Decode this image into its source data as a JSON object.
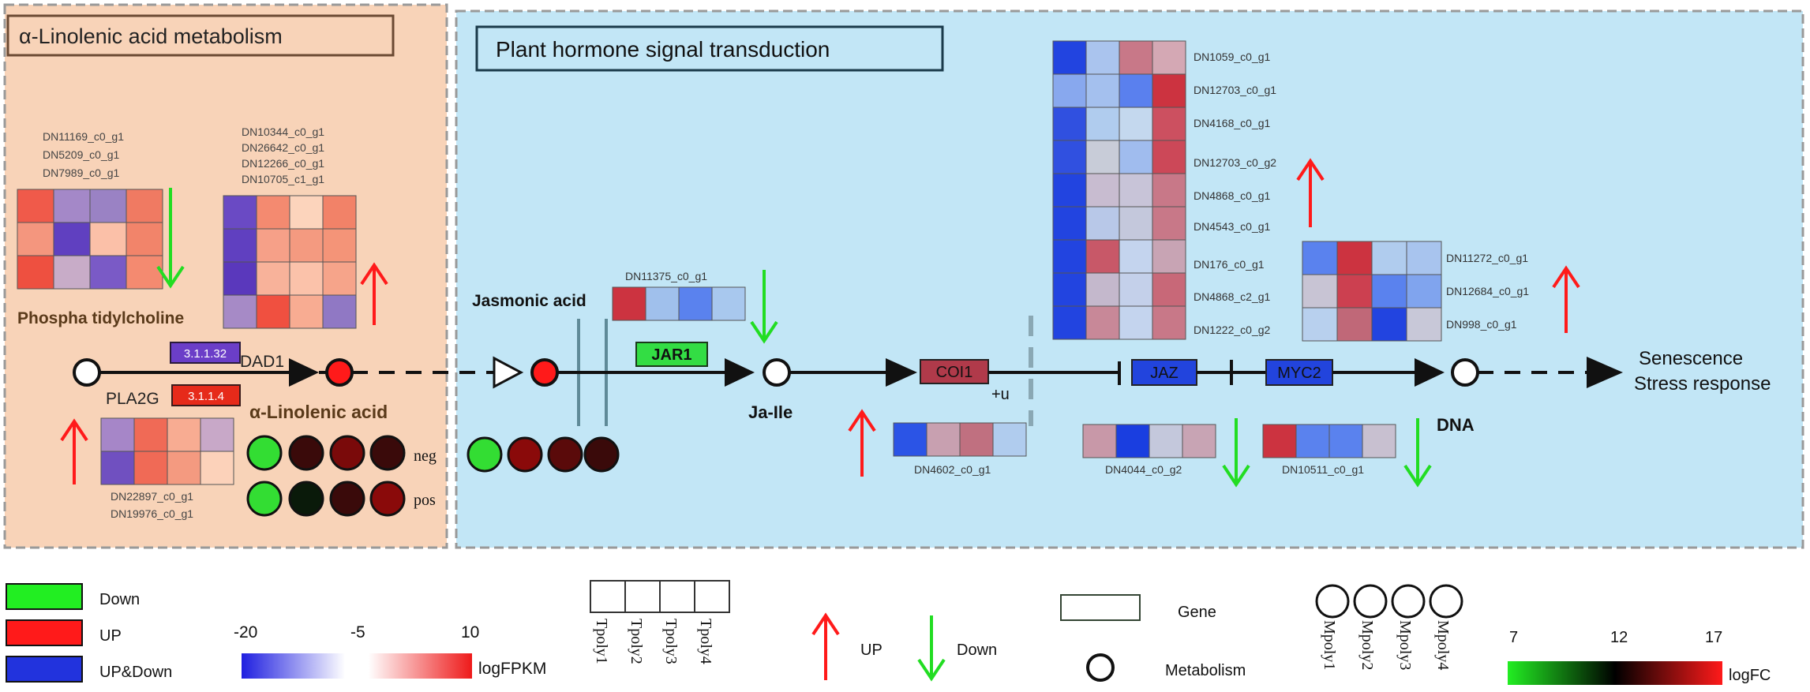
{
  "panels": {
    "left_title": "α-Linolenic acid metabolism",
    "right_title": "Plant hormone signal transduction"
  },
  "nodes": {
    "phosphatidylcholine": "Phospha tidylcholine",
    "dad1": "DAD1",
    "pla2g": "PLA2G",
    "ec1": "3.1.1.32",
    "ec2": "3.1.1.4",
    "alpha_linolenic": "α-Linolenic acid",
    "jasmonic": "Jasmonic acid",
    "jar1": "JAR1",
    "ja_ile": "Ja-Ile",
    "coi1": "COI1",
    "plus_u": "+u",
    "jaz": "JAZ",
    "myc2": "MYC2",
    "dna": "DNA",
    "senescence": "Senescence",
    "stress": "Stress response",
    "neg": "neg",
    "pos": "pos"
  },
  "genes": {
    "pc_group": [
      "DN11169_c0_g1",
      "DN5209_c0_g1",
      "DN7989_c0_g1"
    ],
    "dad1_group": [
      "DN10344_c0_g1",
      "DN26642_c0_g1",
      "DN12266_c0_g1",
      "DN10705_c1_g1"
    ],
    "pla2g_group": [
      "DN22897_c0_g1",
      "DN19976_c0_g1"
    ],
    "jar1_gene": "DN11375_c0_g1",
    "coi1_gene": "DN4602_c0_g1",
    "jaz_big": [
      "DN1059_c0_g1",
      "DN12703_c0_g1",
      "DN4168_c0_g1",
      "DN12703_c0_g2",
      "DN4868_c0_g1",
      "DN4543_c0_g1",
      "DN176_c0_g1",
      "DN4868_c2_g1",
      "DN1222_c0_g2"
    ],
    "jaz_small": "DN4044_c0_g2",
    "myc2_group": [
      "DN11272_c0_g1",
      "DN12684_c0_g1",
      "DN998_c0_g1"
    ],
    "myc2_small": "DN10511_c0_g1"
  },
  "legend": {
    "down": "Down",
    "up": "UP",
    "updown": "UP&Down",
    "scale_min": "-20",
    "scale_mid": "-5",
    "scale_max": "10",
    "fpkm_label": "logFPKM",
    "tpoly": [
      "Tpoly1",
      "Tpoly2",
      "Tpoly3",
      "Tpoly4"
    ],
    "arrow_up": "UP",
    "arrow_down": "Down",
    "gene": "Gene",
    "metabolism": "Metabolism",
    "mpoly": [
      "Mpoly1",
      "Mpoly2",
      "Mpoly3",
      "Mpoly4"
    ],
    "fc_min": "7",
    "fc_mid": "12",
    "fc_max": "17",
    "fc_label": "logFC"
  },
  "colors": {
    "left_bg": "#f8d3b8",
    "right_bg": "#c2e6f6",
    "up_red": "#ff1a1a",
    "down_green": "#22dd22",
    "updown_blue": "#2233dd"
  }
}
